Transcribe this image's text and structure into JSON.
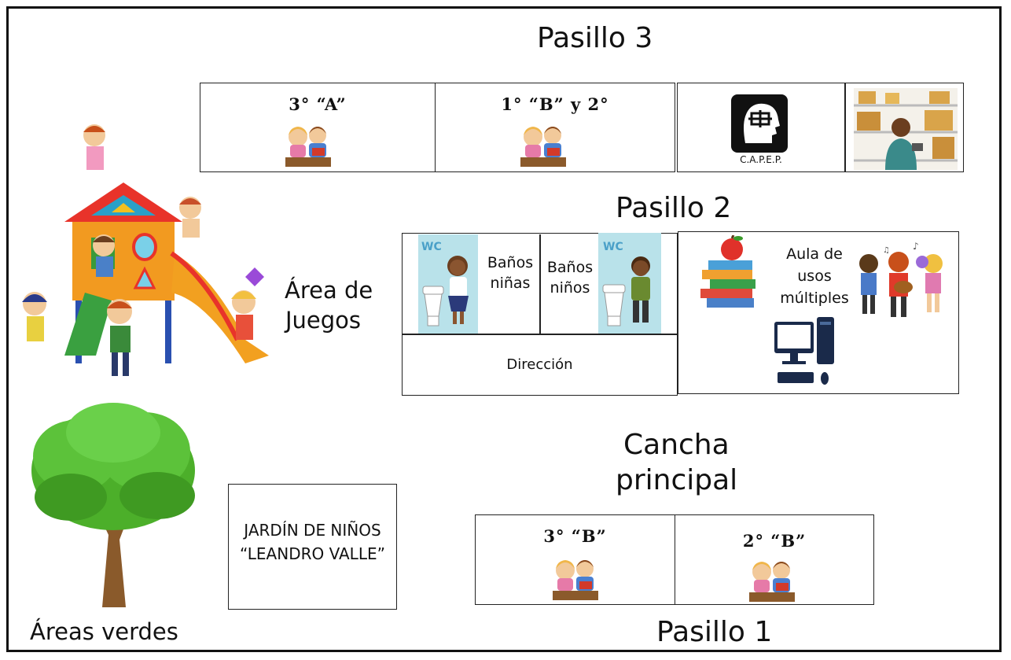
{
  "labels": {
    "pasillo3": "Pasillo 3",
    "pasillo2": "Pasillo 2",
    "pasillo1": "Pasillo 1",
    "cancha_line1": "Cancha",
    "cancha_line2": "principal",
    "area_juegos_line1": "Área de",
    "area_juegos_line2": "Juegos",
    "areas_verdes": "Áreas verdes"
  },
  "rooms": {
    "r3a": "3° “A”",
    "r1b2": "1° “B” y 2°",
    "capep": "C.A.P.E.P.",
    "banos_ninas_1": "Baños",
    "banos_ninas_2": "niñas",
    "banos_ninos_1": "Baños",
    "banos_ninos_2": "niños",
    "direccion": "Dirección",
    "aula_1": "Aula de",
    "aula_2": "usos",
    "aula_3": "múltiples",
    "r3b": "3° “B”",
    "r2b": "2° “B”"
  },
  "school": {
    "line1": "JARDÍN DE NIÑOS",
    "line2": "“LEANDRO VALLE”"
  },
  "icons": [
    "students-icon",
    "capep-head-icon",
    "storage-shelves-icon",
    "wc-girl-icon",
    "wc-boy-icon",
    "books-apple-icon",
    "computer-icon",
    "music-kids-icon",
    "playground-icon",
    "tree-icon"
  ],
  "colors": {
    "border": "#222222",
    "tree_green": "#4caf2a",
    "trunk": "#8a5a2b",
    "wc_bg": "#9fd3dc"
  }
}
